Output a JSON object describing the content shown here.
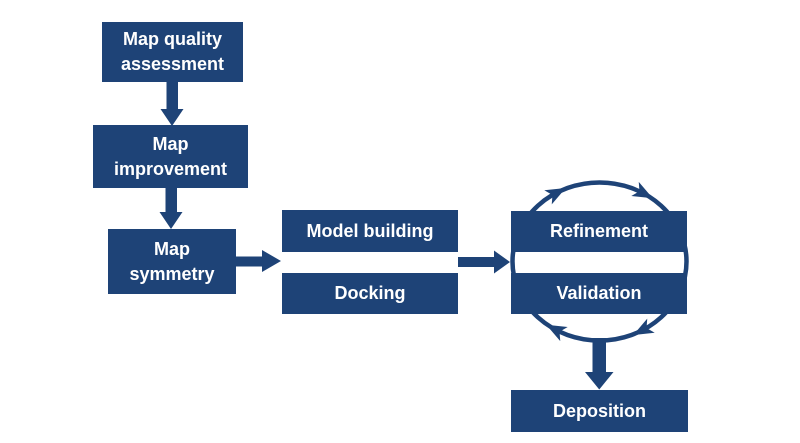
{
  "diagram": {
    "nodes": [
      {
        "id": "map-quality-assessment",
        "label": "Map quality\nassessment"
      },
      {
        "id": "map-improvement",
        "label": "Map\nimprovement"
      },
      {
        "id": "map-symmetry",
        "label": "Map\nsymmetry"
      },
      {
        "id": "model-building",
        "label": "Model building"
      },
      {
        "id": "docking",
        "label": "Docking"
      },
      {
        "id": "refinement",
        "label": "Refinement"
      },
      {
        "id": "validation",
        "label": "Validation"
      },
      {
        "id": "deposition",
        "label": "Deposition"
      }
    ],
    "edges": [
      {
        "from": "Map quality assessment",
        "to": "Map improvement",
        "type": "arrow-down"
      },
      {
        "from": "Map improvement",
        "to": "Map symmetry",
        "type": "arrow-down"
      },
      {
        "from": "Map symmetry",
        "to": "Model building / Docking",
        "type": "arrow-right"
      },
      {
        "from": "Model building / Docking",
        "to": "Refinement / Validation",
        "type": "arrow-right"
      },
      {
        "from": "Refinement / Validation",
        "to": "Deposition",
        "type": "arrow-down"
      },
      {
        "between": "Refinement / Validation",
        "type": "clockwise-cycle",
        "arrowheads": 4
      }
    ]
  },
  "colors": {
    "node_fill": "#1e4377",
    "node_text": "#ffffff",
    "arrow": "#1e4377",
    "canvas_bg": "#ffffff"
  }
}
